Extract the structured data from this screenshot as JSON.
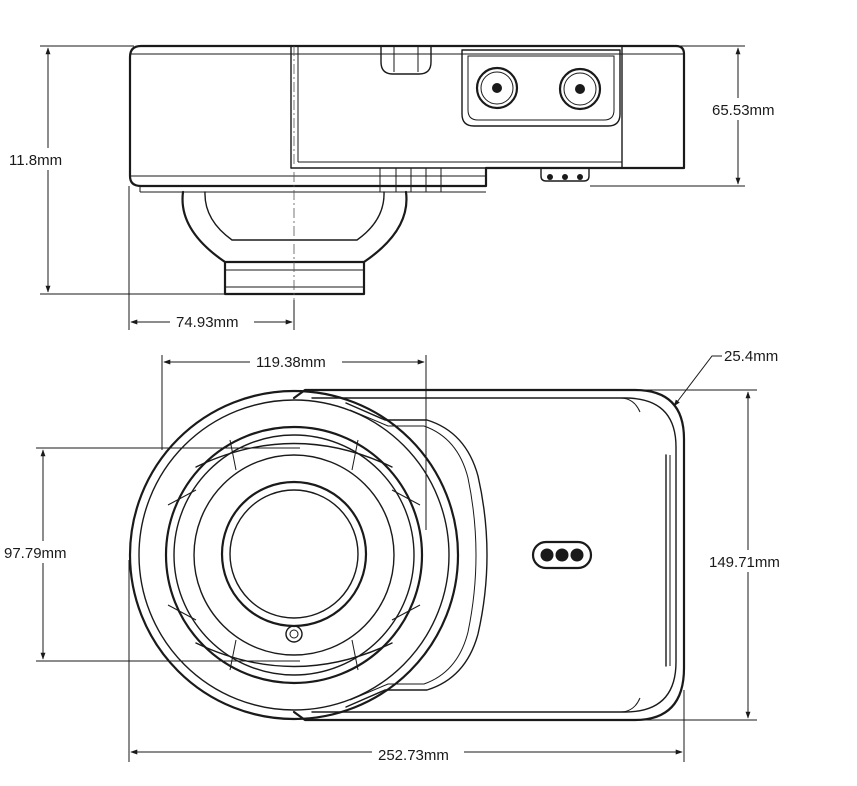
{
  "dimensions": {
    "side_height": "11.8mm",
    "side_depth": "65.53mm",
    "side_lens_offset": "74.93mm",
    "front_lens_width": "119.38mm",
    "corner_radius": "25.4mm",
    "front_lens_height": "97.79mm",
    "front_height": "149.71mm",
    "front_width": "252.73mm"
  }
}
